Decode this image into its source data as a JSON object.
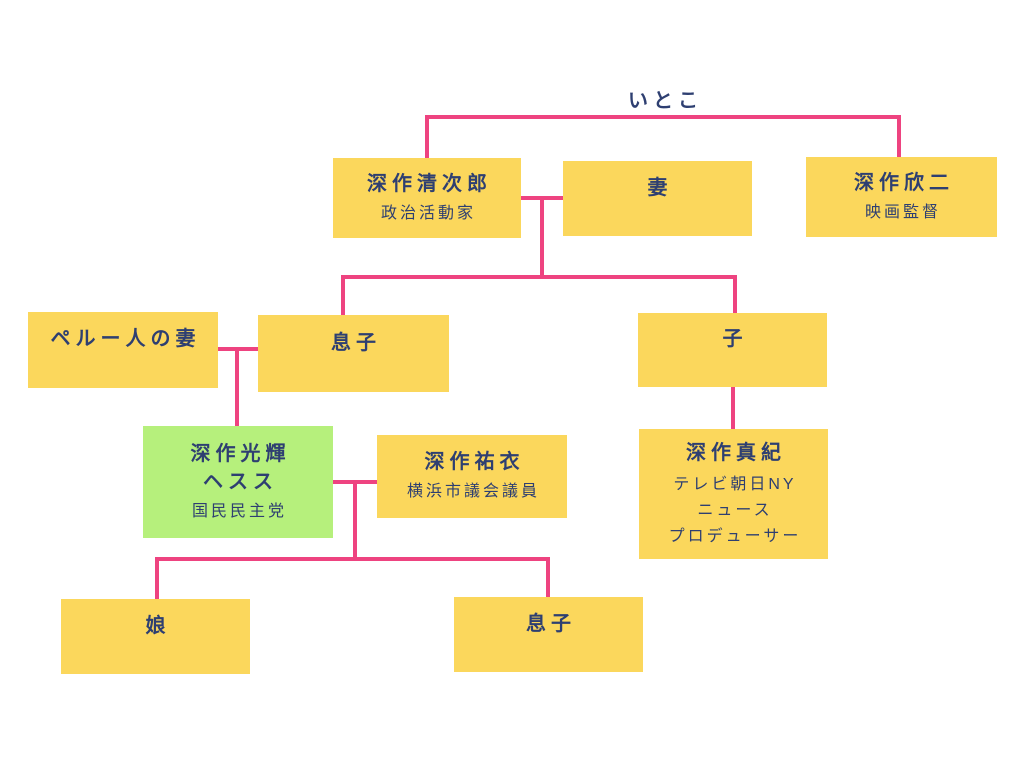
{
  "diagram": {
    "type": "family-tree",
    "background_color": "#ffffff",
    "colors": {
      "box_yellow": "#FBD75C",
      "box_green": "#B6F07C",
      "line_pink": "#EE4380",
      "text_navy": "#2E3F71"
    },
    "labels": {
      "cousin": "いとこ"
    },
    "nodes": {
      "seijiro": {
        "name": "深作清次郎",
        "role": "政治活動家"
      },
      "wife": {
        "name": "妻"
      },
      "kinji": {
        "name": "深作欣二",
        "role": "映画監督"
      },
      "peruvian_wife": {
        "name": "ペルー人の妻"
      },
      "son1": {
        "name": "息子"
      },
      "child": {
        "name": "子"
      },
      "mitsuki": {
        "name_line1": "深作光輝",
        "name_line2": "ヘスス",
        "role": "国民民主党"
      },
      "yui": {
        "name": "深作祐衣",
        "role": "横浜市議会議員"
      },
      "maki": {
        "name": "深作真紀",
        "role_line1": "テレビ朝日NY",
        "role_line2": "ニュース",
        "role_line3": "プロデューサー"
      },
      "daughter": {
        "name": "娘"
      },
      "son2": {
        "name": "息子"
      }
    }
  }
}
